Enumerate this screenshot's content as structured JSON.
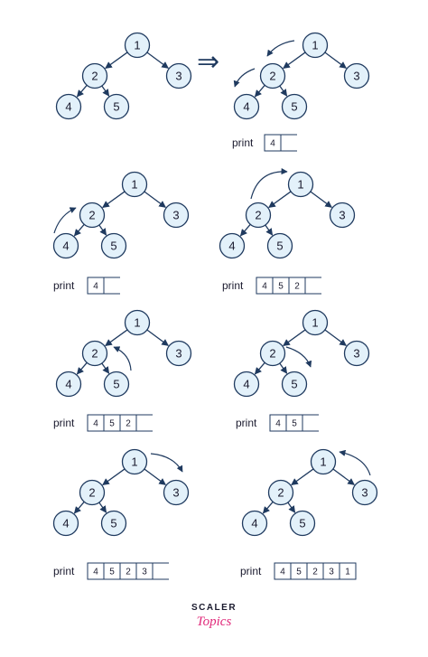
{
  "colors": {
    "node_fill": "#e3f1fa",
    "stroke": "#1f3a5f",
    "text": "#1a1a2e",
    "logo_pink": "#e0297a"
  },
  "print_label": "print",
  "arrow_symbol": "⇒",
  "logo": {
    "line1": "SCALER",
    "line2": "Topics"
  },
  "panels": [
    {
      "id": "p1",
      "nodes": [
        "1",
        "2",
        "3",
        "4",
        "5"
      ],
      "output": []
    },
    {
      "id": "p2",
      "nodes": [
        "1",
        "2",
        "3",
        "4",
        "5"
      ],
      "output": [
        "4"
      ],
      "cells": 2
    },
    {
      "id": "p3",
      "nodes": [
        "1",
        "2",
        "3",
        "4",
        "5"
      ],
      "output": [
        "4"
      ],
      "cells": 2
    },
    {
      "id": "p4",
      "nodes": [
        "1",
        "2",
        "3",
        "4",
        "5"
      ],
      "output": [
        "4",
        "5",
        "2"
      ],
      "cells": 4
    },
    {
      "id": "p5",
      "nodes": [
        "1",
        "2",
        "3",
        "4",
        "5"
      ],
      "output": [
        "4",
        "5",
        "2"
      ],
      "cells": 4
    },
    {
      "id": "p6",
      "nodes": [
        "1",
        "2",
        "3",
        "4",
        "5"
      ],
      "output": [
        "4",
        "5"
      ],
      "cells": 3
    },
    {
      "id": "p7",
      "nodes": [
        "1",
        "2",
        "3",
        "4",
        "5"
      ],
      "output": [
        "4",
        "5",
        "2",
        "3"
      ],
      "cells": 5
    },
    {
      "id": "p8",
      "nodes": [
        "1",
        "2",
        "3",
        "4",
        "5"
      ],
      "output": [
        "4",
        "5",
        "2",
        "3",
        "1"
      ],
      "cells": 5
    }
  ]
}
